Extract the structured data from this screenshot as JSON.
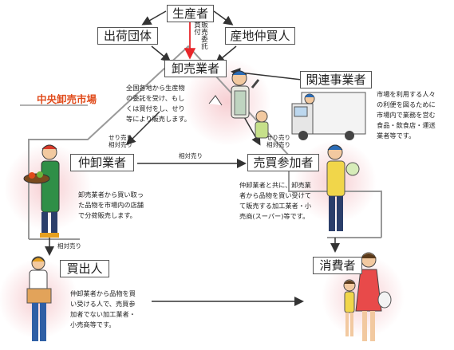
{
  "nodes": {
    "producer": "生産者",
    "shipping_group": "出荷団体",
    "local_buyer": "産地仲買人",
    "wholesaler": "卸売業者",
    "related_business": "関連事業者",
    "intermediate_wholesaler": "仲卸業者",
    "trade_participant": "売買参加者",
    "retail_buyer": "買出人",
    "consumer": "消費者"
  },
  "market_label": "中央卸売市場",
  "edge_labels": {
    "consign_purchase_1": "販売委託",
    "consign_purchase_2": "買付",
    "auction_left_1": "せり売り",
    "auction_left_2": "相対売り",
    "auction_right_1": "せり売り",
    "auction_right_2": "相対売り",
    "mid_negotiated": "相対売り",
    "left_negotiated": "相対売り"
  },
  "descriptions": {
    "wholesaler": [
      "全国各地から生産物",
      "の委託を受け、もし",
      "くは買付をし、せり",
      "等により販売します。"
    ],
    "related_business": [
      "市場を利用する人々",
      "の利便を図るために",
      "市場内で業務を営む",
      "食品・飲食店・運送",
      "業者等です。"
    ],
    "intermediate_wholesaler": [
      "卸売業者から買い取っ",
      "た品物を市場内の店舗",
      "で分荷販売します。"
    ],
    "trade_participant": [
      "仲卸業者と共に、卸売業",
      "者から品物を買い受けて",
      "て販売する加工業者・小",
      "売商(スーパー)等です。"
    ],
    "retail_buyer": [
      "仲卸業者から品物を買",
      "い受ける人で、売買参",
      "加者でない加工業者・",
      "小売商等です。"
    ]
  },
  "colors": {
    "market_red": "#e04a1a",
    "arrow_red": "#e8262a",
    "outline": "#888888",
    "blush": "#f6c9cd"
  }
}
